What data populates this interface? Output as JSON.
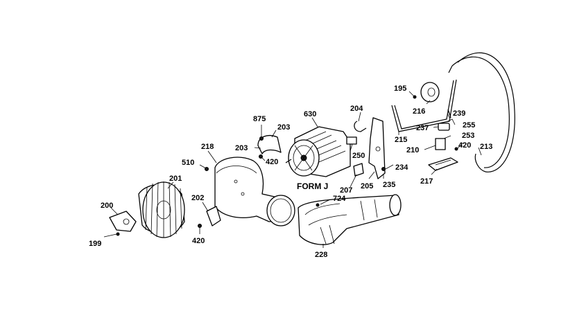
{
  "diagram": {
    "form_label": "FORM J",
    "callouts": {
      "p195": "195",
      "p199": "199",
      "p200": "200",
      "p201": "201",
      "p202": "202",
      "p203a": "203",
      "p203b": "203",
      "p204": "204",
      "p205": "205",
      "p207": "207",
      "p210": "210",
      "p213": "213",
      "p215": "215",
      "p216": "216",
      "p217": "217",
      "p218": "218",
      "p228": "228",
      "p234": "234",
      "p235": "235",
      "p237": "237",
      "p239": "239",
      "p250": "250",
      "p253": "253",
      "p255": "255",
      "p420a": "420",
      "p420b": "420",
      "p420c": "420",
      "p510": "510",
      "p630": "630",
      "p724": "724",
      "p875": "875"
    }
  }
}
